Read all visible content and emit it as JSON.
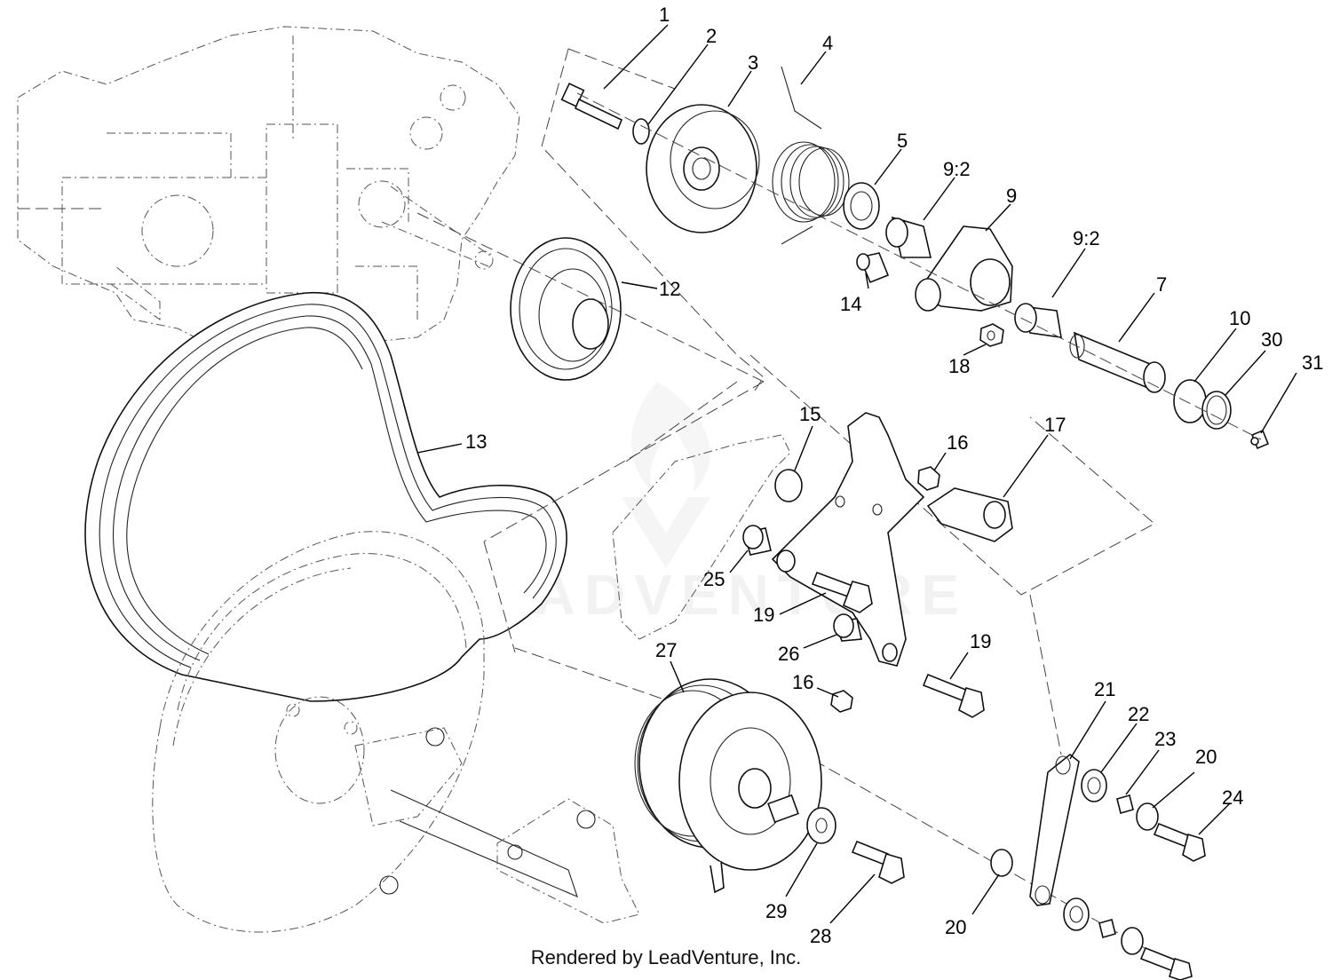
{
  "diagram": {
    "callouts": [
      "1",
      "2",
      "3",
      "4",
      "5",
      "9:2",
      "9",
      "14",
      "9:2",
      "7",
      "18",
      "12",
      "10",
      "30",
      "31",
      "13",
      "15",
      "16",
      "17",
      "25",
      "19",
      "26",
      "19",
      "27",
      "16",
      "21",
      "22",
      "23",
      "20",
      "24",
      "29",
      "28",
      "20"
    ],
    "watermark": "LEADVENTURE"
  },
  "footer": {
    "text": "Rendered by LeadVenture, Inc."
  }
}
